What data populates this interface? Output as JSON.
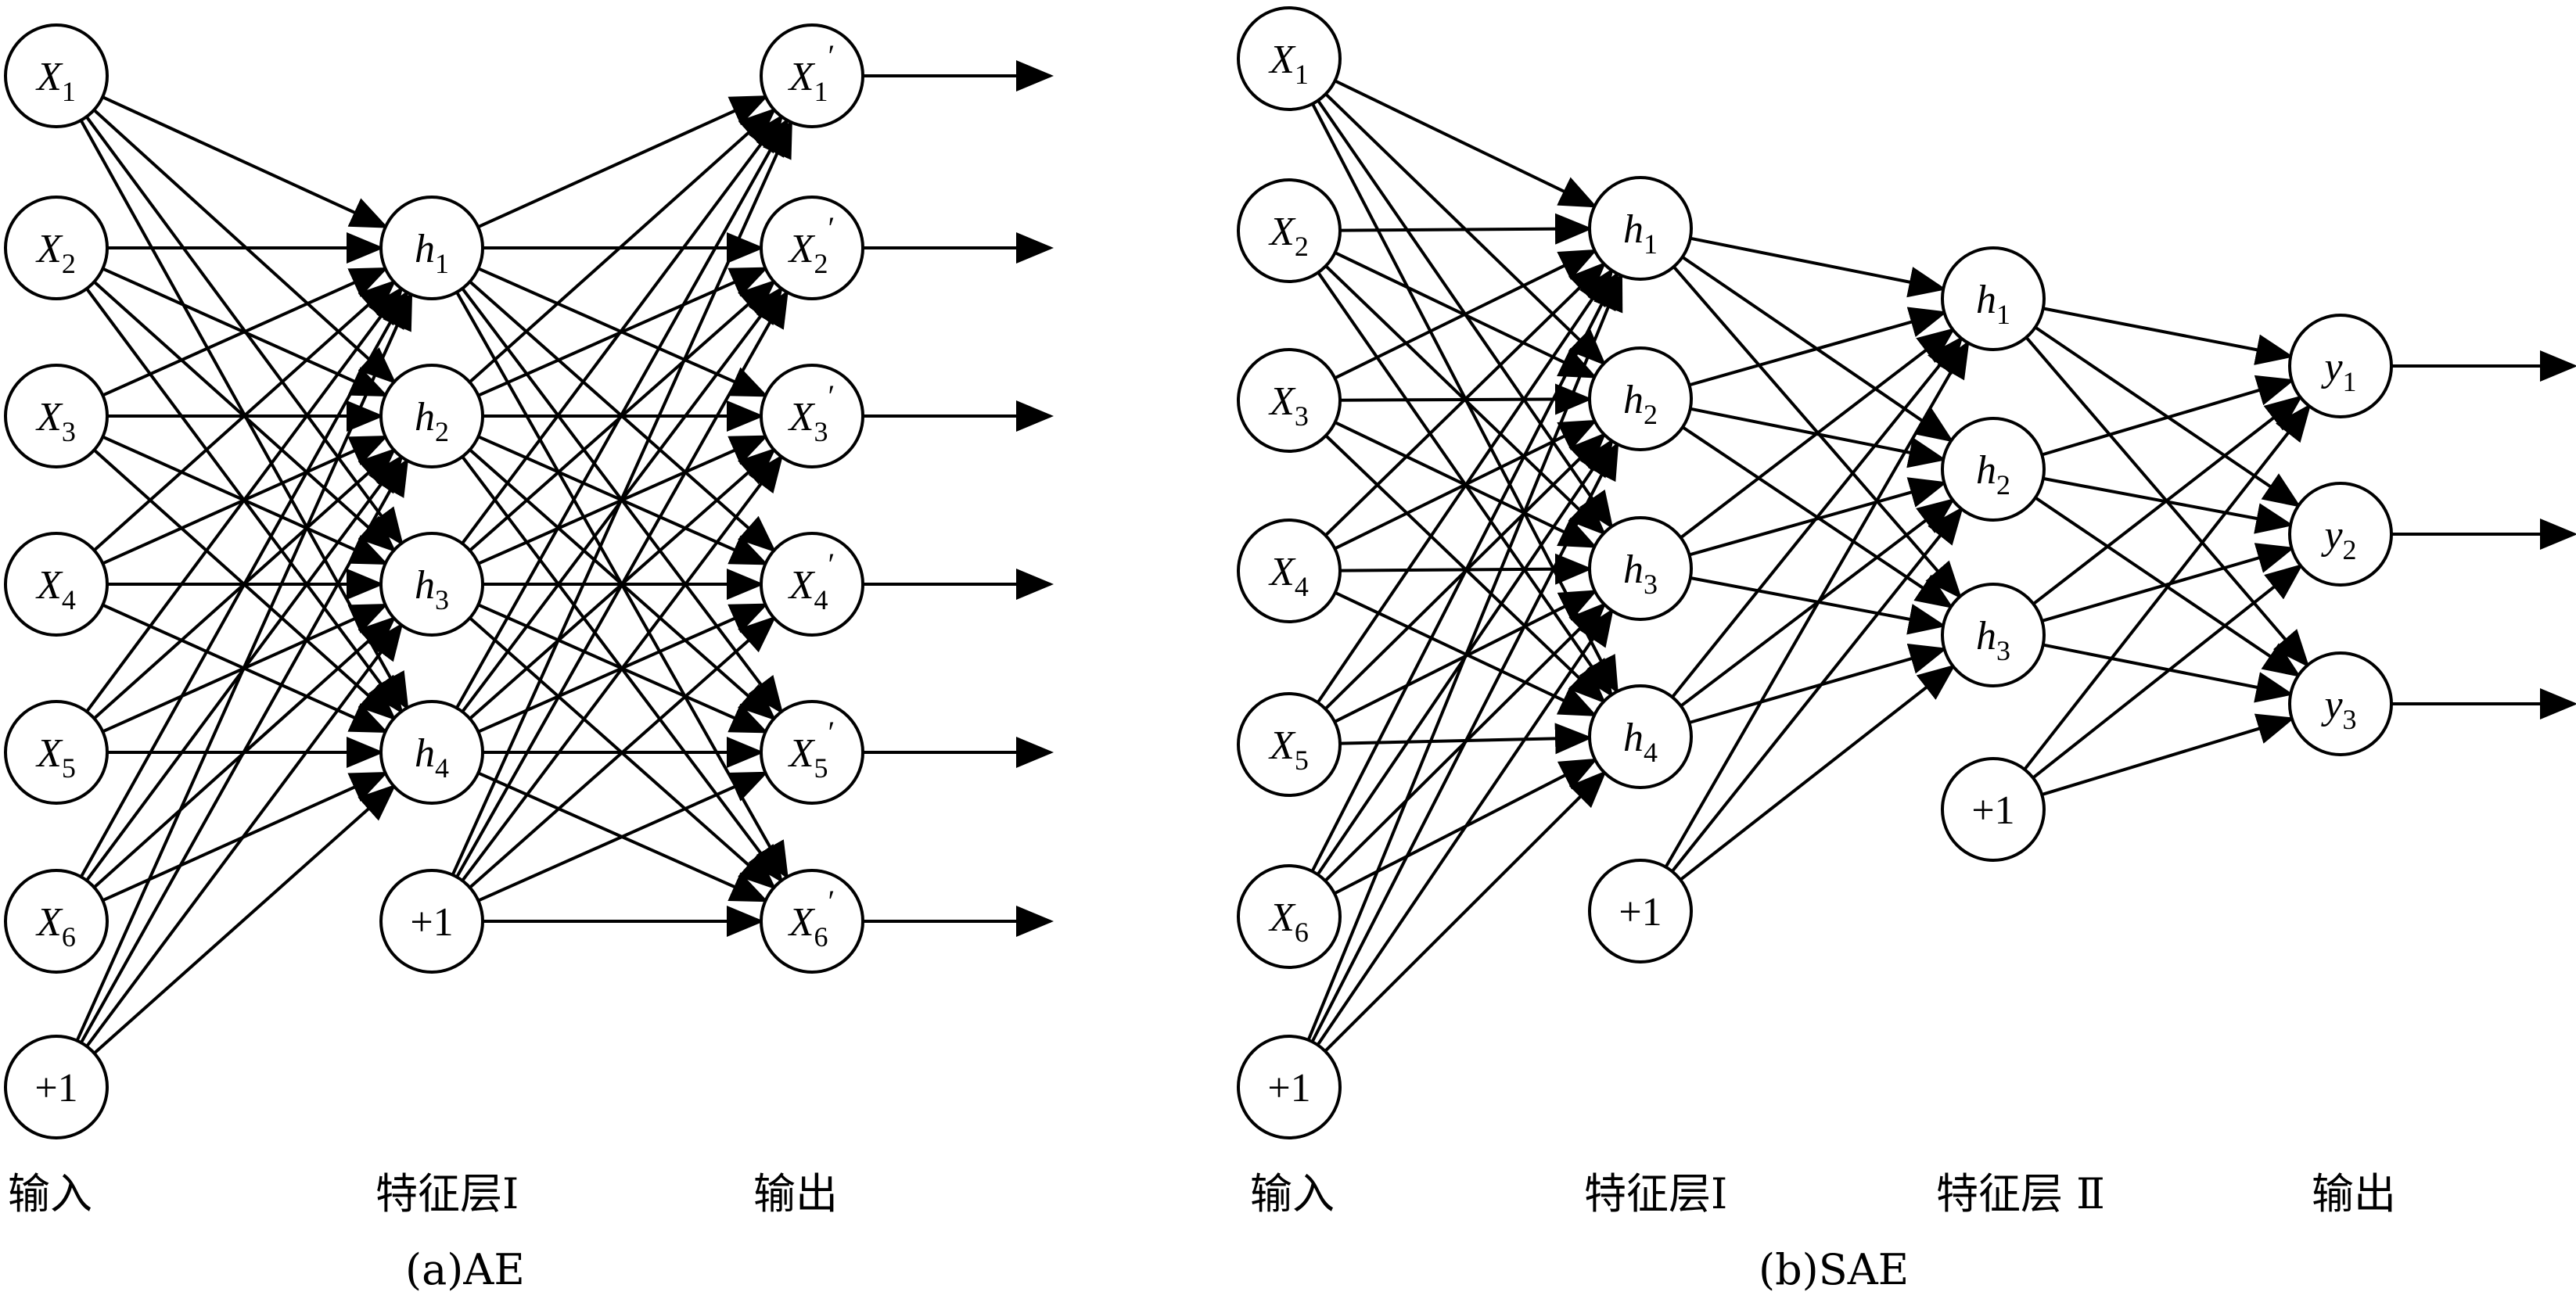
{
  "colors": {
    "stroke": "#000000",
    "background": "#ffffff"
  },
  "panels": [
    {
      "id": "ae",
      "caption": "(a)AE",
      "layer_labels": [
        "输入",
        "特征层I",
        "输出"
      ],
      "layers": [
        [
          {
            "sym": "X",
            "sub": "1"
          },
          {
            "sym": "X",
            "sub": "2"
          },
          {
            "sym": "X",
            "sub": "3"
          },
          {
            "sym": "X",
            "sub": "4"
          },
          {
            "sym": "X",
            "sub": "5"
          },
          {
            "sym": "X",
            "sub": "6"
          },
          {
            "text": "+1",
            "bias": true
          }
        ],
        [
          {
            "sym": "h",
            "sub": "1"
          },
          {
            "sym": "h",
            "sub": "2"
          },
          {
            "sym": "h",
            "sub": "3"
          },
          {
            "sym": "h",
            "sub": "4"
          },
          {
            "text": "+1",
            "bias": true
          }
        ],
        [
          {
            "sym": "X",
            "sub": "1",
            "prime": true
          },
          {
            "sym": "X",
            "sub": "2",
            "prime": true
          },
          {
            "sym": "X",
            "sub": "3",
            "prime": true
          },
          {
            "sym": "X",
            "sub": "4",
            "prime": true
          },
          {
            "sym": "X",
            "sub": "5",
            "prime": true
          },
          {
            "sym": "X",
            "sub": "6",
            "prime": true
          }
        ]
      ]
    },
    {
      "id": "sae",
      "caption": "(b)SAE",
      "layer_labels": [
        "输入",
        "特征层I",
        "特征层 Ⅱ",
        "输出"
      ],
      "layers": [
        [
          {
            "sym": "X",
            "sub": "1"
          },
          {
            "sym": "X",
            "sub": "2"
          },
          {
            "sym": "X",
            "sub": "3"
          },
          {
            "sym": "X",
            "sub": "4"
          },
          {
            "sym": "X",
            "sub": "5"
          },
          {
            "sym": "X",
            "sub": "6"
          },
          {
            "text": "+1",
            "bias": true
          }
        ],
        [
          {
            "sym": "h",
            "sub": "1"
          },
          {
            "sym": "h",
            "sub": "2"
          },
          {
            "sym": "h",
            "sub": "3"
          },
          {
            "sym": "h",
            "sub": "4"
          },
          {
            "text": "+1",
            "bias": true
          }
        ],
        [
          {
            "sym": "h",
            "sub": "1"
          },
          {
            "sym": "h",
            "sub": "2"
          },
          {
            "sym": "h",
            "sub": "3"
          },
          {
            "text": "+1",
            "bias": true
          }
        ],
        [
          {
            "sym": "y",
            "sub": "1"
          },
          {
            "sym": "y",
            "sub": "2"
          },
          {
            "sym": "y",
            "sub": "3"
          }
        ]
      ]
    }
  ]
}
